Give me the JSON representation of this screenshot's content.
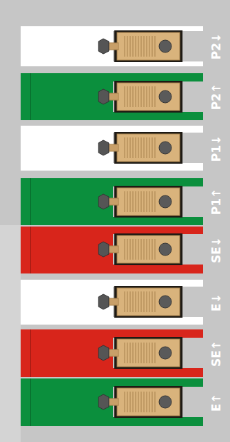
{
  "diagram": {
    "nodes": [
      {
        "text": [
          "P2↓"
        ]
      },
      {
        "text": [
          "P2↑"
        ]
      },
      {
        "text": [
          "P1↓"
        ]
      },
      {
        "text": [
          "P1↑"
        ]
      },
      {
        "text": [
          "SE↓"
        ]
      },
      {
        "text": [
          "E↓"
        ]
      },
      {
        "text": [
          "SE↑"
        ]
      },
      {
        "text": [
          "E↑"
        ]
      }
    ]
  }
}
